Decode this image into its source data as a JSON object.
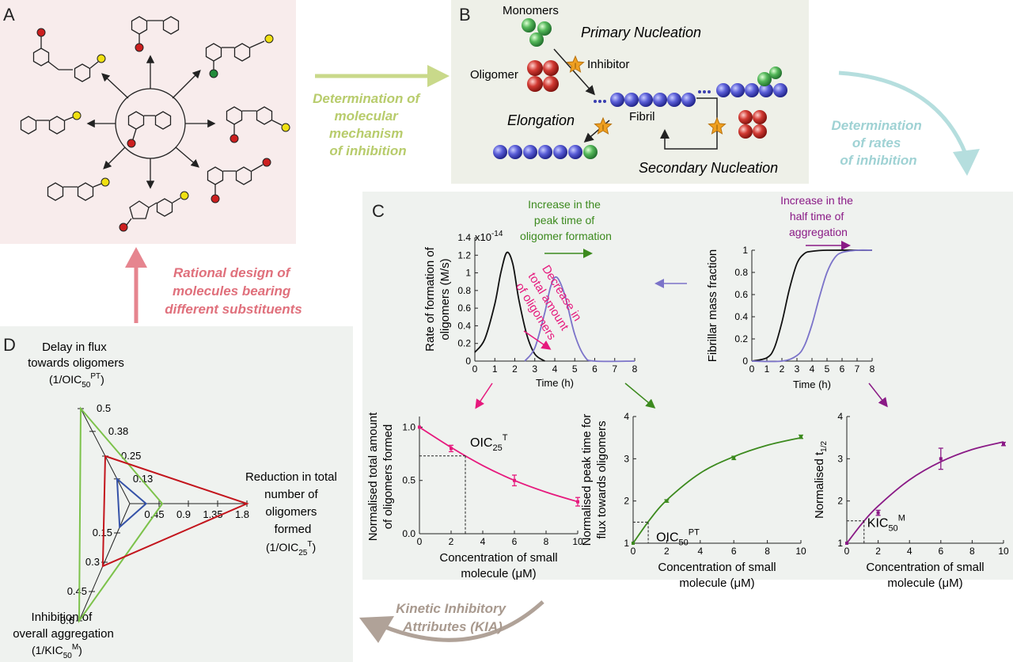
{
  "panels": {
    "A": {
      "letter": "A"
    },
    "B": {
      "letter": "B",
      "monomers": "Monomers",
      "primary_nucleation": "Primary Nucleation",
      "oligomer": "Oligomer",
      "inhibitor": "Inhibitor",
      "elongation": "Elongation",
      "fibril": "Fibril",
      "secondary_nucleation": "Secondary Nucleation",
      "inhibitor_symbol": "I"
    },
    "C": {
      "letter": "C",
      "peak_caption": [
        "Increase in the",
        "peak time of",
        "oligomer formation"
      ],
      "half_caption": [
        "Increase in the",
        "half time of",
        "aggregation"
      ],
      "decrease_caption": [
        "Decrease in",
        "total amount",
        "of oligomers"
      ],
      "rate_chart": {
        "ylabel": [
          "Rate of formation of",
          "oligomers (M/s)"
        ],
        "exponent": "x10",
        "exponent_power": "-14",
        "yticks": [
          "0",
          "0.2",
          "0.4",
          "0.6",
          "0.8",
          "1",
          "1.2",
          "1.4"
        ],
        "xticks": [
          "0",
          "1",
          "2",
          "3",
          "4",
          "5",
          "6",
          "7",
          "8"
        ],
        "xlabel": "Time (h)"
      },
      "mass_chart": {
        "ylabel": "Fibrillar mass fraction",
        "yticks": [
          "0",
          "0.2",
          "0.4",
          "0.6",
          "0.8",
          "1"
        ],
        "xticks": [
          "0",
          "1",
          "2",
          "3",
          "4",
          "5",
          "6",
          "7",
          "8"
        ],
        "xlabel": "Time (h)"
      },
      "chart1": {
        "ylabel": [
          "Normalised total amount",
          "of oligomers formed"
        ],
        "yticks": [
          "0.0",
          "0.5",
          "1.0"
        ],
        "xticks": [
          "0",
          "2",
          "4",
          "6",
          "8",
          "10"
        ],
        "xlabel": [
          "Concentration of small",
          "molecule (μM)"
        ],
        "annot_base": "OIC",
        "annot_sub": "25",
        "annot_sup": "T"
      },
      "chart2": {
        "ylabel": [
          "Normalised peak time for",
          "flux towards oligomers"
        ],
        "yticks": [
          "1",
          "2",
          "3",
          "4"
        ],
        "xticks": [
          "0",
          "2",
          "4",
          "6",
          "8",
          "10"
        ],
        "xlabel": [
          "Concentration of small",
          "molecule (μM)"
        ],
        "annot_base": "OIC",
        "annot_sub": "50",
        "annot_sup": "PT"
      },
      "chart3": {
        "ylabel_base": "Normalised t",
        "ylabel_sub": "1/2",
        "yticks": [
          "1",
          "2",
          "3",
          "4"
        ],
        "xticks": [
          "0",
          "2",
          "4",
          "6",
          "8",
          "10"
        ],
        "xlabel": [
          "Concentration of small",
          "molecule (μM)"
        ],
        "annot_base": "KIC",
        "annot_sub": "50",
        "annot_sup": "M"
      }
    },
    "D": {
      "letter": "D",
      "top_label": [
        "Delay in flux",
        "towards oligomers"
      ],
      "top_formula": {
        "pre": "(1/OIC",
        "sub": "50",
        "sup": "PT",
        "post": ")"
      },
      "right_label": [
        "Reduction in total",
        "number of",
        "oligomers",
        "formed"
      ],
      "right_formula": {
        "pre": "(1/OIC",
        "sub": "25",
        "sup": "T",
        "post": ")"
      },
      "bottom_label": [
        "Inhibition of",
        "overall aggregation"
      ],
      "bottom_formula": {
        "pre": "(1/KIC",
        "sub": "50",
        "sup": "M",
        "post": ")"
      },
      "top_ticks": [
        "0.5",
        "0.38",
        "0.25",
        "0.13"
      ],
      "right_ticks": [
        "0.45",
        "0.9",
        "1.35",
        "1.8"
      ],
      "bottom_ticks": [
        "0.15",
        "0.3",
        "0.45",
        "0.6"
      ]
    }
  },
  "arrows": {
    "determination_mechanism": [
      "Determination of",
      "molecular",
      "mechanism",
      "of inhibition"
    ],
    "determination_rates": [
      "Determination",
      "of rates",
      "of inhibition"
    ],
    "rational_design": [
      "Rational design of",
      "molecules bearing",
      "different substituents"
    ],
    "kia": [
      "Kinetic Inhibitory",
      "Attributes (KIA)"
    ]
  },
  "colors": {
    "panel_a_bg": "#f8ecec",
    "panel_b_bg": "#eef0e8",
    "panel_cd_bg": "#eff2ef",
    "arrow_green": "#c9d98a",
    "arrow_cyan": "#b5dede",
    "arrow_pink": "#e6858f",
    "arrow_grey": "#b0a298",
    "magenta": "#e6197d",
    "green": "#3c8a1e",
    "purple": "#8a1a86",
    "lavender": "#7b73c9",
    "radar_red": "#c3151d",
    "radar_green": "#7cc24a",
    "radar_blue": "#3552a8",
    "red_ball": "#cc1f1f",
    "yellow_ball": "#f0e012",
    "green_ball": "#228b3a"
  },
  "chart_data": [
    {
      "type": "line",
      "title": "",
      "xlabel": "Time (h)",
      "ylabel": "Rate of formation of oligomers (M/s)",
      "y_scale_note": "x10^-14",
      "xlim": [
        0,
        8
      ],
      "ylim": [
        0,
        1.4
      ],
      "series": [
        {
          "x": [
            0,
            0.5,
            1.0,
            1.3,
            1.6,
            1.9,
            2.2,
            2.6,
            3.0,
            3.5
          ],
          "values": [
            0.1,
            0.25,
            0.65,
            1.0,
            1.23,
            1.1,
            0.7,
            0.3,
            0.08,
            0.0
          ]
        },
        {
          "x": [
            2.5,
            3.0,
            3.5,
            3.8,
            4.1,
            4.5,
            5.0,
            5.5,
            6.0,
            8.0
          ],
          "values": [
            0.0,
            0.15,
            0.55,
            0.85,
            0.95,
            0.75,
            0.3,
            0.05,
            0.0,
            0.0
          ]
        }
      ]
    },
    {
      "type": "line",
      "xlabel": "Time (h)",
      "ylabel": "Fibrillar mass fraction",
      "xlim": [
        0,
        8
      ],
      "ylim": [
        0,
        1
      ],
      "series": [
        {
          "x": [
            0,
            1,
            1.5,
            2,
            2.5,
            3,
            3.5,
            4,
            5,
            8
          ],
          "values": [
            0.0,
            0.03,
            0.12,
            0.35,
            0.65,
            0.88,
            0.97,
            0.99,
            1.0,
            1.0
          ]
        },
        {
          "x": [
            0,
            2,
            3,
            3.5,
            4,
            4.5,
            5,
            5.5,
            6,
            7,
            8
          ],
          "values": [
            0.0,
            0.0,
            0.05,
            0.14,
            0.33,
            0.58,
            0.8,
            0.93,
            0.98,
            1.0,
            1.0
          ]
        }
      ]
    },
    {
      "type": "scatter",
      "xlabel": "Concentration of small molecule (μM)",
      "ylabel": "Normalised total amount of oligomers formed",
      "xlim": [
        0,
        10
      ],
      "ylim": [
        0,
        1.1
      ],
      "points": [
        [
          0,
          1.0
        ],
        [
          2,
          0.8
        ],
        [
          6,
          0.5
        ],
        [
          10,
          0.3
        ]
      ],
      "error": [
        0,
        0.03,
        0.05,
        0.04
      ],
      "fit": [
        [
          0,
          1.0
        ],
        [
          2,
          0.81
        ],
        [
          4,
          0.64
        ],
        [
          6,
          0.5
        ],
        [
          8,
          0.39
        ],
        [
          10,
          0.3
        ]
      ],
      "threshold": {
        "x": 2.9,
        "y": 0.73
      }
    },
    {
      "type": "scatter",
      "xlabel": "Concentration of small molecule (μM)",
      "ylabel": "Normalised peak time for flux towards oligomers",
      "xlim": [
        0,
        10
      ],
      "ylim": [
        1,
        4
      ],
      "points": [
        [
          0,
          1.0
        ],
        [
          2,
          2.0
        ],
        [
          6,
          3.02
        ],
        [
          10,
          3.52
        ]
      ],
      "error": [
        0,
        0.03,
        0.04,
        0.04
      ],
      "fit": [
        [
          0,
          1.0
        ],
        [
          1,
          1.56
        ],
        [
          2,
          2.02
        ],
        [
          4,
          2.66
        ],
        [
          6,
          3.05
        ],
        [
          8,
          3.32
        ],
        [
          10,
          3.5
        ]
      ],
      "threshold": {
        "x": 0.9,
        "y": 1.5
      }
    },
    {
      "type": "scatter",
      "xlabel": "Concentration of small molecule (μM)",
      "ylabel": "Normalised t1/2",
      "xlim": [
        0,
        10
      ],
      "ylim": [
        1,
        4
      ],
      "points": [
        [
          0,
          1.0
        ],
        [
          2,
          1.72
        ],
        [
          6,
          3.0
        ],
        [
          10,
          3.35
        ]
      ],
      "error": [
        0,
        0.06,
        0.25,
        0.04
      ],
      "fit": [
        [
          0,
          1.0
        ],
        [
          1,
          1.48
        ],
        [
          2,
          1.88
        ],
        [
          4,
          2.5
        ],
        [
          6,
          2.93
        ],
        [
          8,
          3.22
        ],
        [
          10,
          3.4
        ]
      ],
      "threshold": {
        "x": 1.1,
        "y": 1.53
      }
    },
    {
      "type": "radar",
      "axes": [
        "Delay in flux towards oligomers",
        "Reduction in total number of oligomers formed",
        "Inhibition of overall aggregation"
      ],
      "series": [
        {
          "color": "#7cc24a",
          "values": [
            0.5,
            0.5,
            0.6
          ]
        },
        {
          "color": "#c3151d",
          "values": [
            0.25,
            1.8,
            0.32
          ]
        },
        {
          "color": "#3552a8",
          "values": [
            0.13,
            0.25,
            0.12
          ]
        }
      ]
    }
  ]
}
